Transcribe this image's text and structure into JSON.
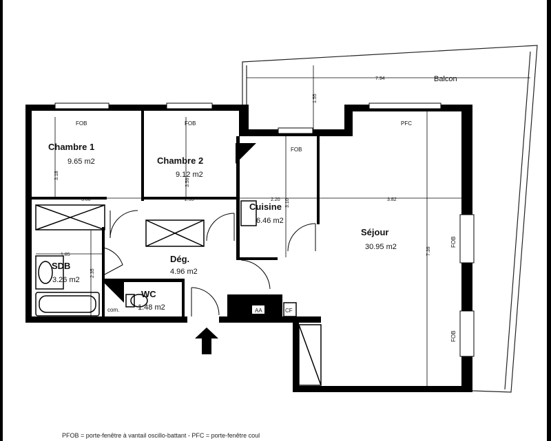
{
  "rooms": {
    "chambre1": {
      "name": "Chambre 1",
      "area": "9.65 m2"
    },
    "chambre2": {
      "name": "Chambre 2",
      "area": "9.12 m2"
    },
    "cuisine": {
      "name": "Cuisine",
      "area": "6.46 m2"
    },
    "sejour": {
      "name": "Séjour",
      "area": "30.95 m2"
    },
    "sdb": {
      "name": "SDB",
      "area": "3.26 m2"
    },
    "deg": {
      "name": "Dég.",
      "area": "4.96 m2"
    },
    "wc": {
      "name": "WC",
      "area": "1.48 m2"
    },
    "balcon": {
      "name": "Balcon"
    }
  },
  "windows": {
    "fob1": "FOB",
    "fob2": "FOB",
    "fob3": "FOB",
    "pfc": "PFC",
    "fob4": "FOB",
    "fob5": "FOB"
  },
  "tags": {
    "com": "com.",
    "aa": "AA",
    "cf": "CF"
  },
  "dimensions": {
    "d318": "3.18",
    "d300": "3.00",
    "d359": "3.59",
    "d255": "2.55",
    "d220": "2.20",
    "d310": "3.10",
    "d382": "3.82",
    "d739": "7.39",
    "d185": "1.85",
    "d235": "2.35",
    "d155": "1.55",
    "d794": "7.94"
  },
  "footer": "PFOB = porte-fenêtre à vantail oscillo-battant - PFC = porte-fenêtre coul",
  "colors": {
    "wall": "#000000",
    "background": "#ffffff"
  }
}
